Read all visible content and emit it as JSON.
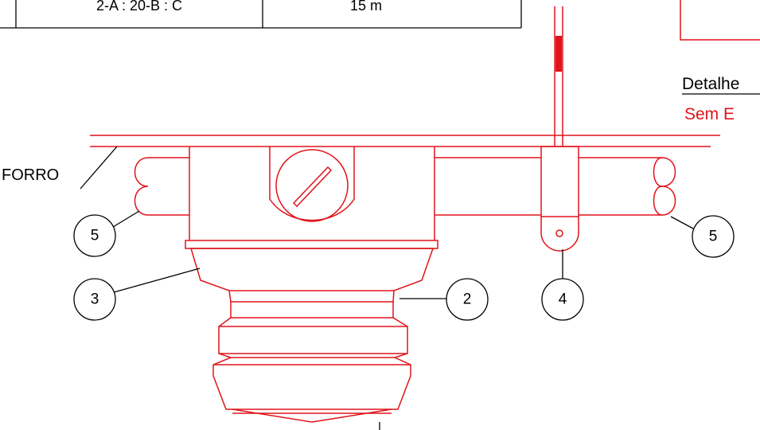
{
  "table": {
    "cell_1": "2-A : 20-B : C",
    "cell_2": "15 m"
  },
  "detail": {
    "title": "Detalhe",
    "subtitle": "Sem E"
  },
  "labels": {
    "ceiling": "FORRO"
  },
  "callouts": [
    {
      "number": "5"
    },
    {
      "number": "3"
    },
    {
      "number": "2"
    },
    {
      "number": "4"
    },
    {
      "number": "5"
    }
  ],
  "colors": {
    "drawing": "#e0141b",
    "annotation": "#000000"
  }
}
